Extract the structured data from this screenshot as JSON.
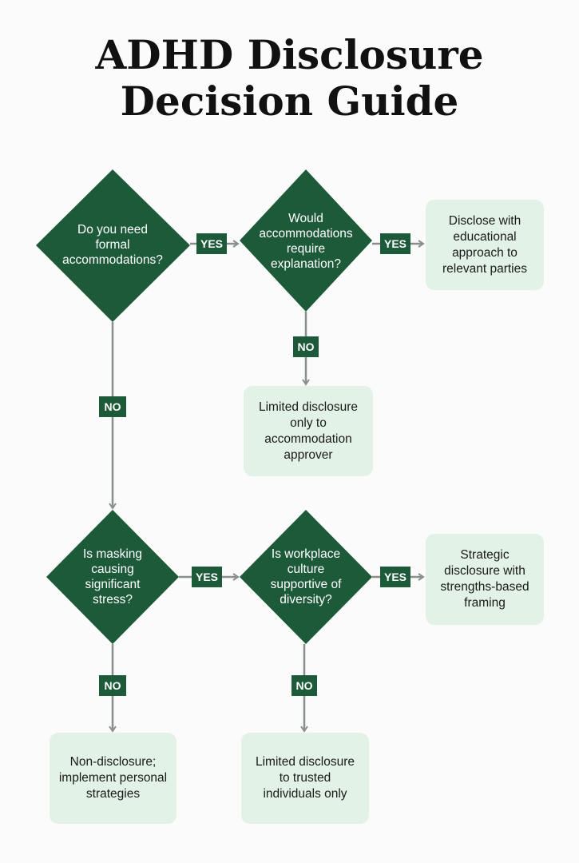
{
  "title": {
    "line1": "ADHD Disclosure",
    "line2": "Decision Guide"
  },
  "decisions": {
    "need_accommodations": "Do you need formal accommodations?",
    "require_explanation": "Would accommodations require explanation?",
    "masking_stress": "Is masking causing significant stress?",
    "culture_supportive": "Is workplace culture supportive of diversity?"
  },
  "outcomes": {
    "educational": "Disclose with educational approach to relevant parties",
    "limited_approver": "Limited disclosure only to accommodation approver",
    "strategic": "Strategic disclosure with strengths-based framing",
    "non_disclosure": "Non-disclosure; implement personal strategies",
    "limited_trusted": "Limited disclosure to trusted individuals only"
  },
  "labels": {
    "yes": "YES",
    "no": "NO"
  },
  "colors": {
    "diamond": "#1d5a3a",
    "outcome_box": "#e2f2e6",
    "connector": "#8a8f8c"
  }
}
